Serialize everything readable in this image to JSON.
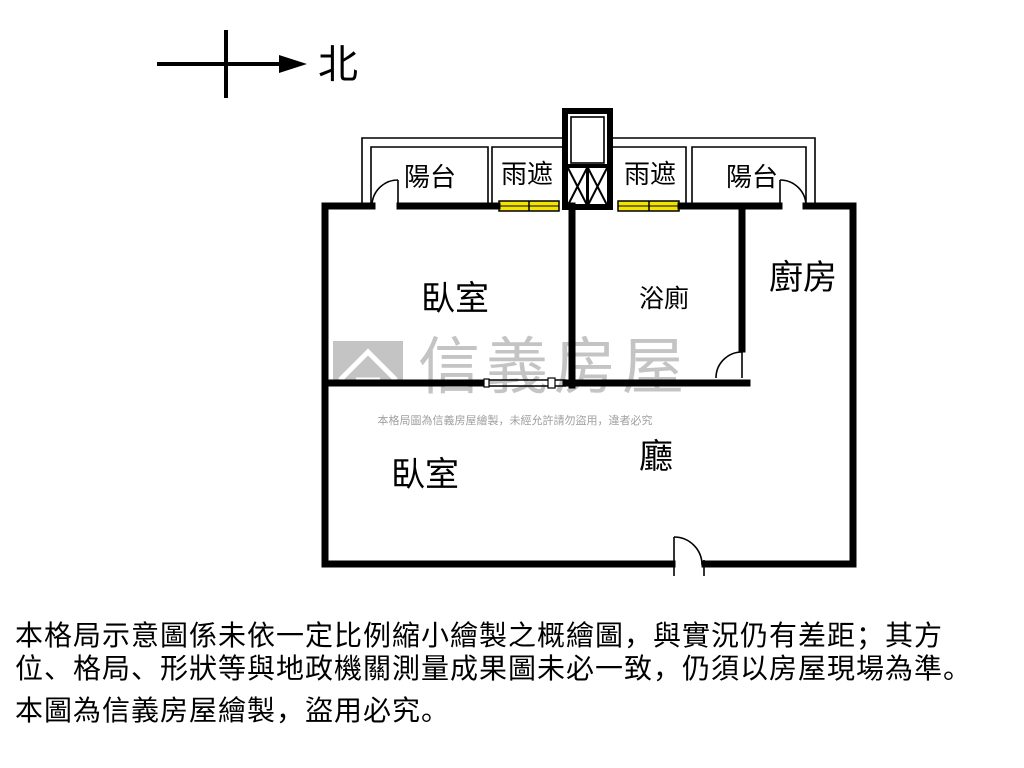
{
  "compass": {
    "north_label": "北"
  },
  "rooms": {
    "balcony_left": "陽台",
    "canopy_left": "雨遮",
    "canopy_right": "雨遮",
    "balcony_right": "陽台",
    "bedroom_upper": "臥室",
    "bathroom": "浴廁",
    "kitchen": "廚房",
    "bedroom_lower": "臥室",
    "living_room": "廳"
  },
  "watermark": {
    "brand": "信義房屋",
    "notice": "本格局圖為信義房屋繪製，未經允許請勿盜用，違者必究"
  },
  "disclaimer": {
    "lines": [
      "本格局示意圖係未依一定比例縮小繪製之概繪圖，與實況仍有差距；其方",
      "位、格局、形狀等與地政機關測量成果圖未必一致，仍須以房屋現場為準。",
      "本圖為信義房屋繪製，盜用必究。"
    ]
  },
  "colors": {
    "wall": "#000000",
    "window": "#f2e400",
    "watermark": "#c4c4c4",
    "watermark_notice": "#a0a0a0"
  }
}
